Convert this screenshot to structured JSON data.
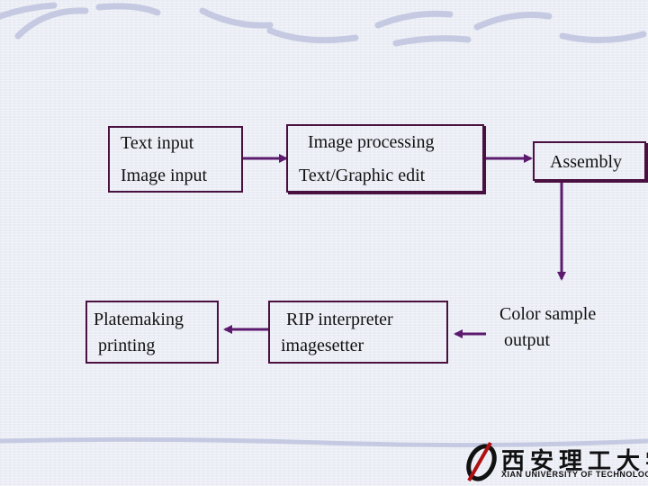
{
  "boxes": {
    "input": {
      "line1": "Text input",
      "line2": "Image input"
    },
    "processing": {
      "line1": "Image processing",
      "line2": "Text/Graphic edit"
    },
    "assembly": {
      "line1": "Assembly"
    },
    "color_sample": {
      "line1": "Color sample",
      "line2": " output"
    },
    "rip": {
      "line1": "RIP interpreter",
      "line2": "imagesetter"
    },
    "platemaking": {
      "line1": "Platemaking",
      "line2": " printing"
    }
  },
  "logo": {
    "chinese_name": "西安理工大学",
    "english_name": "XIAN UNIVERSITY OF TECHNOLOGY"
  },
  "colors": {
    "box_border": "#4a1040",
    "arrow": "#5b1a6e",
    "background": "#eceef6",
    "decoration": "#c5cae2"
  }
}
